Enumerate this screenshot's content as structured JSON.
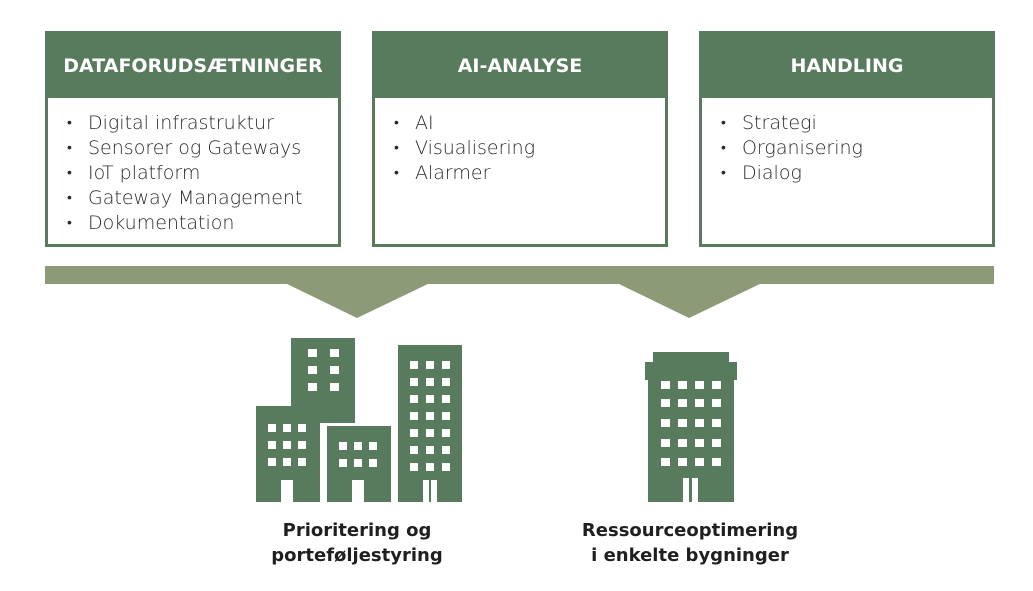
{
  "columns": [
    {
      "title": "DATAFORUDSÆTNINGER",
      "items": [
        "Digital infrastruktur",
        "Sensorer og Gateways",
        "IoT platform",
        "Gateway Management",
        "Dokumentation"
      ]
    },
    {
      "title": "AI-ANALYSE",
      "items": [
        "AI",
        "Visualisering",
        "Alarmer"
      ]
    },
    {
      "title": "HANDLING",
      "items": [
        "Strategi",
        "Organisering",
        "Dialog"
      ]
    }
  ],
  "outcomes": [
    {
      "line1": "Prioritering og",
      "line2": "porteføljestyring",
      "icon": "city-buildings-icon"
    },
    {
      "line1": "Ressourceoptimering",
      "line2": "i enkelte bygninger",
      "icon": "single-building-icon"
    }
  ],
  "colors": {
    "box": "#587a5d",
    "bar": "#8c9a78",
    "building": "#587a5d"
  }
}
